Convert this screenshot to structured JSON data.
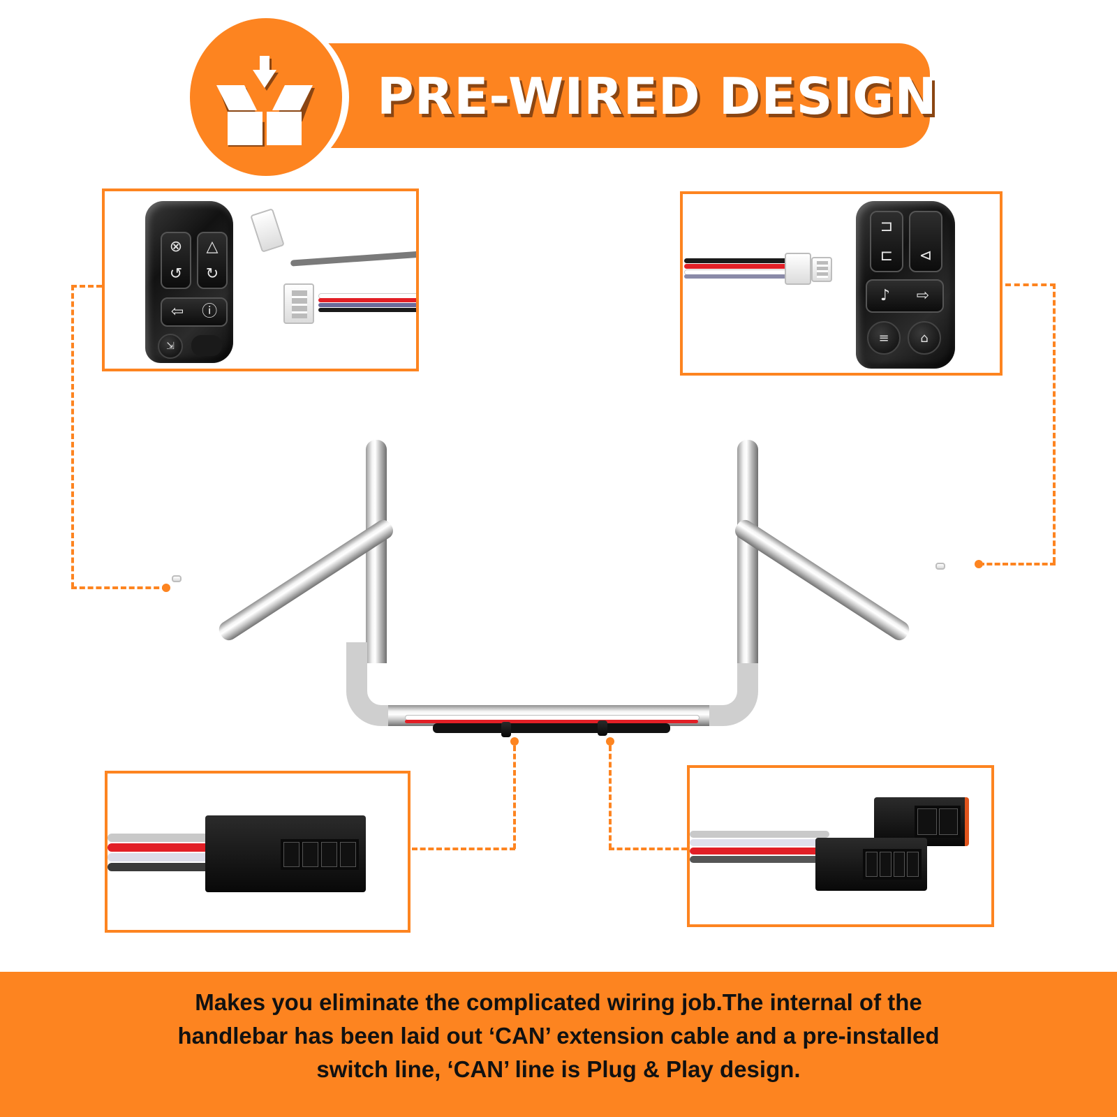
{
  "header": {
    "title": "PRE-WIRED DESIGN",
    "icon": "open-box-download-icon",
    "accent_color": "#fd8420",
    "title_color": "#ffffff",
    "title_shadow_color": "#8a4512"
  },
  "callouts": {
    "top_left": {
      "label": "Left hand control switch housing with wiring harness and white plug connector",
      "buttons": [
        {
          "icon": "cruise-cancel-icon",
          "glyph": "⊗"
        },
        {
          "icon": "cruise-resume-icon",
          "glyph": "↺"
        },
        {
          "icon": "hazard-triangle-icon",
          "glyph": "△"
        },
        {
          "icon": "cruise-set-icon",
          "glyph": "↻"
        },
        {
          "icon": "left-turn-arrow-icon",
          "glyph": "⇦"
        },
        {
          "icon": "info-icon",
          "glyph": "ⓘ"
        }
      ],
      "joystick_glyph": "⇲"
    },
    "top_right": {
      "label": "Right hand control switch housing with wiring harness and white plug connector",
      "buttons": [
        {
          "icon": "high-beam-icon",
          "glyph": "⊐"
        },
        {
          "icon": "low-beam-icon",
          "glyph": "⊏"
        },
        {
          "icon": "horn-icon",
          "glyph": "⊲"
        },
        {
          "icon": "push-to-talk-icon",
          "glyph": "♪"
        },
        {
          "icon": "right-turn-arrow-icon",
          "glyph": "⇨"
        },
        {
          "icon": "menu-icon",
          "glyph": "≡"
        },
        {
          "icon": "home-icon",
          "glyph": "⌂"
        }
      ]
    },
    "bottom_left": {
      "label": "CAN extension cable black connector"
    },
    "bottom_right": {
      "label": "CAN line plug and play black connector pair"
    }
  },
  "product": {
    "label": "Chrome ape hanger handlebar with pre-installed wiring"
  },
  "footer": {
    "line1": "Makes you eliminate the complicated wiring job.The internal of the",
    "line2": "handlebar has been laid out ‘CAN’ extension cable and a pre-installed",
    "line3": "switch line, ‘CAN’ line is Plug & Play design.",
    "background_color": "#fd8420",
    "text_color": "#111111"
  }
}
